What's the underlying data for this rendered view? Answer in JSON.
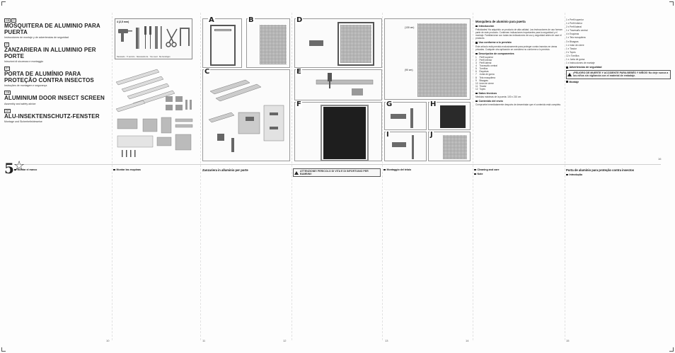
{
  "cover": {
    "flags": [
      "GB",
      "IT",
      "PT",
      "GB",
      "DE"
    ],
    "blocks": [
      {
        "flag": "IT",
        "title": "Mosquitera de aluminio para puerta",
        "sub": "Instrucciones de montaje y de advertencias de seguridad"
      },
      {
        "flag": "IT",
        "title": "Zanzariera in alluminio per porte",
        "sub": "Istruzioni di sicurezza e montaggio"
      },
      {
        "flag": "PT",
        "title": "Porta de alumínio para proteção contra insectos",
        "sub": "Instruções de montagem e segurança"
      },
      {
        "flag": "GB",
        "title": "Aluminium door insect screen",
        "sub": "Assembly and safety advice"
      },
      {
        "flag": "DE",
        "title": "Alu-Insektenschutz-Fenster",
        "sub": "Montage und Sicherheitshinweise"
      }
    ],
    "logo_number": "5"
  },
  "tools": {
    "label": "4 (2,5 mm)",
    "caption": "Necesario · 6' servicio · Necessário de · You need · Sie benötigen"
  },
  "figures": [
    "A",
    "B",
    "C",
    "D",
    "E",
    "F",
    "G",
    "H",
    "I",
    "J"
  ],
  "panel_dims": {
    "top_label": "(130 cm)",
    "side_label": "(90 cm)"
  },
  "right_top": {
    "heading": "Mosquitera de aluminio para puerta",
    "intro_head": "Introducción",
    "intro_text": "Felicidades! Ha adquirido un producto de alta calidad. Las instrucciones de uso forman parte de este producto. Contienen indicaciones importantes para la seguridad y el montaje. Familiarícese con todas las indicaciones de uso y seguridad antes de usar el producto.",
    "use_head": "Uso conforme a lo previsto",
    "use_text": "Este artículo está previsto exclusivamente para proteger contra insectos en áreas privadas. Cualquier otra aplicación se considera no conforme a lo previsto.",
    "comp_head": "Descripción de componentes",
    "components": [
      "Perfil superior",
      "Perfil inferior",
      "Perfil lateral",
      "Travesaño central",
      "Tornillos",
      "Esquinas",
      "Junta de goma",
      "Tela mosquitera",
      "Bisagras",
      "Imán de cierre",
      "Tirador",
      "Topes"
    ],
    "tech_head": "Datos técnicos",
    "tech_text": "Medidas máximas de la puerta: 100 x 210 cm",
    "delivery_head": "Contenido del envío",
    "delivery_text": "Compruebe inmediatamente después de desembalar que el contenido está completo.",
    "list": [
      "1 x Perfil superior",
      "1 x Perfil inferior",
      "2 x Perfil lateral",
      "1 x Travesaño central",
      "4 x Esquinas",
      "1 x Tela mosquitera",
      "3 x Bisagras",
      "1 x Imán de cierre",
      "1 x Tirador",
      "2 x Topes",
      "12 x Tornillos",
      "1 x Junta de goma",
      "1 x Instrucciones de montaje"
    ],
    "safety_head": "Advertencias de seguridad",
    "safety_text": "¡PELIGRO DE MUERTE Y ACCIDENTE PARA BEBÉS Y NIÑOS! No deje nunca a los niños sin vigilancia con el material de embalaje.",
    "mount_head": "Montaje"
  },
  "bottom": {
    "c1_head": "Montar el marco",
    "c2_head": "Montar las esquinas",
    "c3_head": "Zanzariera in alluminio per porte",
    "c4_head": "Montaggio del telaio",
    "c5_head": "Porta de alumínio para proteção contra insectos",
    "c6_head": "Introdução",
    "c7_head": "Cleaning and care",
    "c8_head": "Note",
    "warn": "ATTENZIONE! PERICOLO DI VITA E DI INFORTUNIO PER BAMBINI!"
  },
  "page_numbers": [
    "10",
    "11",
    "12",
    "13",
    "14",
    "15",
    "16"
  ]
}
